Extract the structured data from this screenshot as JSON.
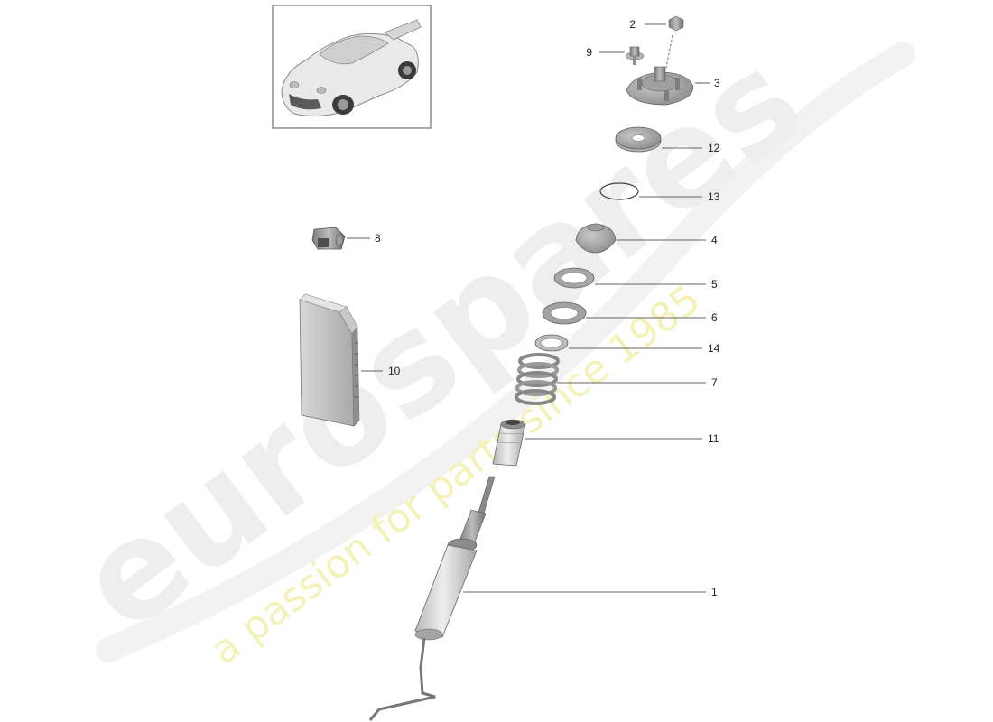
{
  "watermark": {
    "brand": "eurospares",
    "tagline": "a passion for parts since 1985"
  },
  "callouts": {
    "c1": "1",
    "c2": "2",
    "c3": "3",
    "c4": "4",
    "c5": "5",
    "c6": "6",
    "c7": "7",
    "c8": "8",
    "c9": "9",
    "c10": "10",
    "c11": "11",
    "c12": "12",
    "c13": "13",
    "c14": "14"
  }
}
